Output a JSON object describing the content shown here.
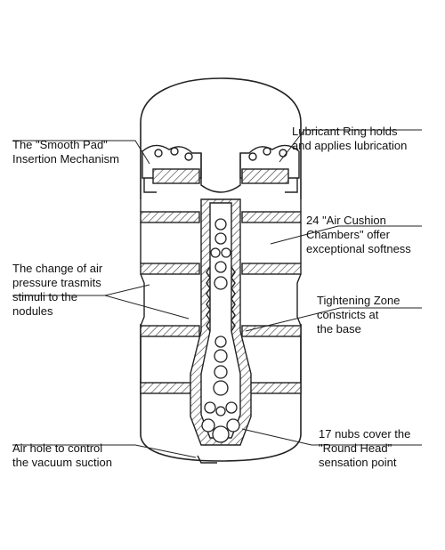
{
  "colors": {
    "stroke": "#222222",
    "hatch": "#444444",
    "background": "#ffffff"
  },
  "labels": {
    "smooth_pad": [
      "The \"Smooth Pad\"",
      "Insertion Mechanism"
    ],
    "lubricant_ring": [
      "Lubricant Ring holds",
      "and applies lubrication"
    ],
    "air_cushion": [
      "24 \"Air Cushion",
      "Chambers\" offer",
      "exceptional softness"
    ],
    "air_pressure": [
      "The change of air",
      "pressure trasmits",
      "stimuli to the",
      "nodules"
    ],
    "tightening_zone": [
      "Tightening Zone",
      "constricts at",
      "the base"
    ],
    "air_hole": [
      "Air hole to control",
      "the vacuum suction"
    ],
    "nubs": [
      "17 nubs cover the",
      "\"Round Head\"",
      "sensation point"
    ]
  }
}
